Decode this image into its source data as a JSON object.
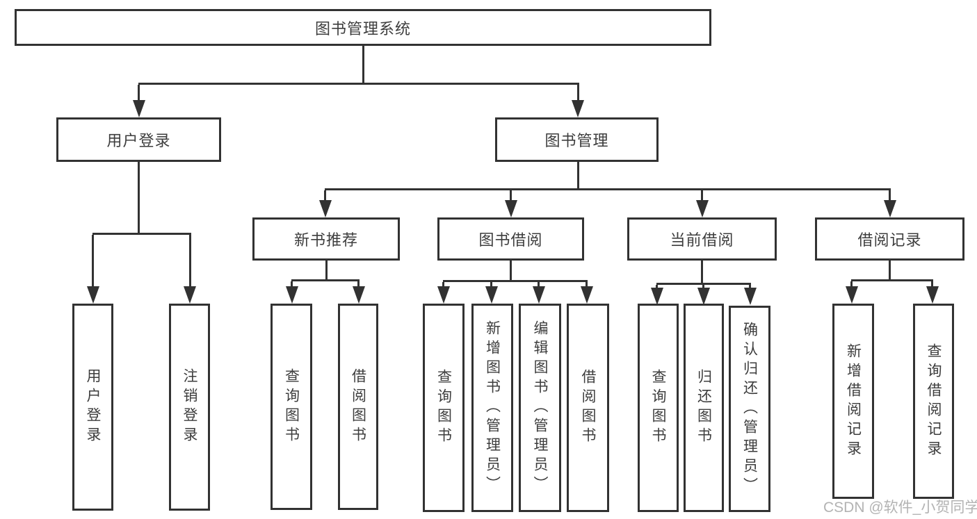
{
  "diagram_title": "图书管理系统",
  "watermark": "CSDN @软件_小贺同学",
  "nodes": {
    "root": "图书管理系统",
    "user_login": "用户登录",
    "book_mgmt": "图书管理",
    "new_book_rec": "新书推荐",
    "book_borrow": "图书借阅",
    "current_borrow": "当前借阅",
    "borrow_records": "借阅记录",
    "leaf_user_login": "用户登录",
    "leaf_logout": "注销登录",
    "rec_query_books": "查询图书",
    "rec_borrow_books": "借阅图书",
    "bb_query_books": "查询图书",
    "bb_add_books": "新增图书（管理员）",
    "bb_edit_books": "编辑图书（管理员）",
    "bb_borrow_books": "借阅图书",
    "cb_query_books": "查询图书",
    "cb_return_books": "归还图书",
    "cb_confirm_return": "确认归还（管理员）",
    "br_add_record": "新增借阅记录",
    "br_query_record": "查询借阅记录"
  },
  "colors": {
    "line": "#323232",
    "text": "#3d3d3d",
    "watermark": "#b3b3b3",
    "background": "#ffffff"
  }
}
